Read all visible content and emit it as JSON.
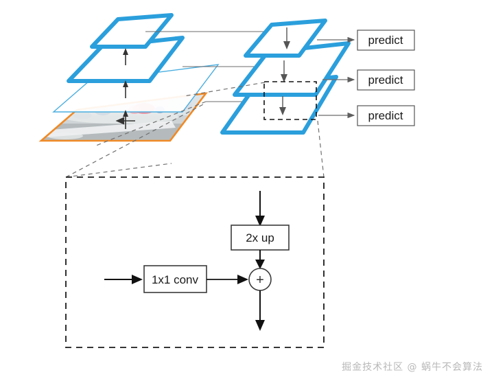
{
  "figure": {
    "title": "Feature Pyramid Network architecture diagram",
    "colors": {
      "blue_thick": "#2B9FDC",
      "blue_thin": "#4AAEE0",
      "orange": "#F08A26",
      "line_gray": "#6b6b6b",
      "dashed_black": "#1a1a1a",
      "box_border": "#555555",
      "watermark": "#b8b8b8"
    }
  },
  "bottom_up_pathway": {
    "name": "bottom-up-pathway",
    "layers": [
      {
        "id": "level-4",
        "style": "thick-blue",
        "label": ""
      },
      {
        "id": "level-3",
        "style": "thick-blue",
        "label": ""
      },
      {
        "id": "level-2",
        "style": "thin-blue",
        "label": ""
      },
      {
        "id": "level-1-image",
        "style": "orange-image",
        "label": ""
      }
    ],
    "arrow_count": 3
  },
  "top_down_pathway": {
    "name": "top-down-pathway",
    "layers": [
      {
        "id": "td-level-3",
        "style": "thick-blue"
      },
      {
        "id": "td-level-2",
        "style": "thick-blue"
      },
      {
        "id": "td-level-1",
        "style": "thick-blue"
      }
    ]
  },
  "predictions": [
    {
      "id": "predict-1",
      "label": "predict"
    },
    {
      "id": "predict-2",
      "label": "predict"
    },
    {
      "id": "predict-3",
      "label": "predict"
    }
  ],
  "detail_panel": {
    "name": "merge-detail-panel",
    "blocks": [
      {
        "id": "upsample-block",
        "label": "2x up"
      },
      {
        "id": "lateral-conv-block",
        "label": "1x1 conv"
      },
      {
        "id": "sum-node",
        "label": "+"
      }
    ]
  },
  "watermark": {
    "text": "掘金技术社区 @ 蜗牛不会算法"
  }
}
